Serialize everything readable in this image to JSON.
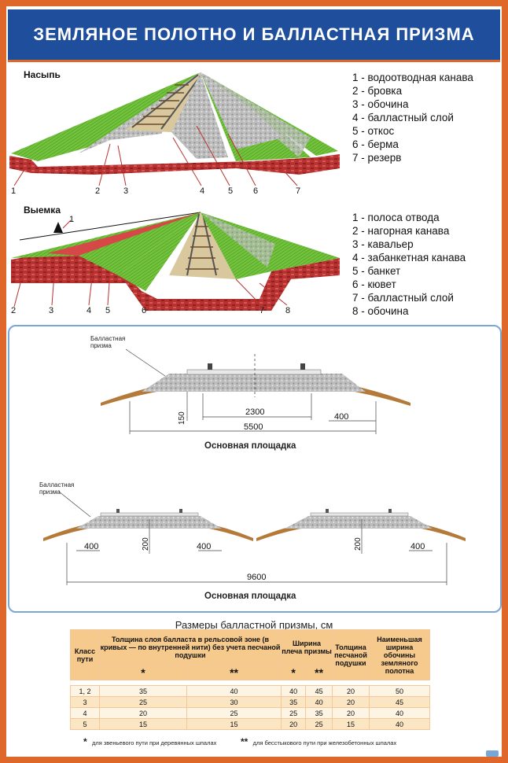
{
  "title": "ЗЕМЛЯНОЕ ПОЛОТНО И БАЛЛАСТНАЯ ПРИЗМА",
  "embankment": {
    "label": "Насыпь",
    "numbers": [
      "1",
      "2",
      "3",
      "4",
      "5",
      "6",
      "7"
    ],
    "legend": [
      "1 - водоотводная канава",
      "2 - бровка",
      "3 - обочина",
      "4 - балластный слой",
      "5 - откос",
      "6 - берма",
      "7 - резерв"
    ]
  },
  "cutting": {
    "label": "Выемка",
    "numbers": [
      "1",
      "2",
      "3",
      "4",
      "5",
      "6",
      "7",
      "8"
    ],
    "legend": [
      "1 - полоса отвода",
      "2 - нагорная канава",
      "3 - кавальер",
      "4 - забанкетная канава",
      "5 - банкет",
      "6 - кювет",
      "7 - балластный слой",
      "8 - обочина"
    ]
  },
  "single_track": {
    "ballast_label_1": "Балластная",
    "ballast_label_2": "призма",
    "dim_150": "150",
    "dim_2300": "2300",
    "dim_400": "400",
    "dim_5500": "5500",
    "caption": "Основная площадка"
  },
  "double_track": {
    "ballast_label_1": "Балластная",
    "ballast_label_2": "призма",
    "dim_400_a": "400",
    "dim_200_a": "200",
    "dim_400_b": "400",
    "dim_200_b": "200",
    "dim_400_c": "400",
    "dim_9600": "9600",
    "caption": "Основная площадка"
  },
  "table": {
    "title": "Размеры балластной призмы, см",
    "headers": {
      "class": "Класс пути",
      "thickness": "Толщина слоя балласта в рельсовой зоне (в кривых — по внутренней нити) без учета песчаной подушки",
      "shoulder": "Ширина плеча призмы",
      "sand": "Толщина песчаной подушки",
      "min_width": "Наименьшая ширина обочины земляного полотна",
      "star1": "*",
      "star2": "**"
    },
    "rows": [
      [
        "1, 2",
        "35",
        "40",
        "40",
        "45",
        "20",
        "50"
      ],
      [
        "3",
        "25",
        "30",
        "35",
        "40",
        "20",
        "45"
      ],
      [
        "4",
        "20",
        "25",
        "25",
        "35",
        "20",
        "40"
      ],
      [
        "5",
        "15",
        "15",
        "20",
        "25",
        "15",
        "40"
      ]
    ],
    "footnote_1_mark": "*",
    "footnote_1": "для звеньевого пути при деревянных шпалах",
    "footnote_2_mark": "**",
    "footnote_2": "для бесстыкового пути при железобетонных шпалах"
  },
  "colors": {
    "title_bg": "#1f4f9c",
    "frame": "#e0672a",
    "grass": "#6fbf3a",
    "soil": "#b8322f",
    "ballast": "#b9b9b9",
    "panel_border": "#7aa6d6",
    "table_header": "#f6c98c"
  }
}
